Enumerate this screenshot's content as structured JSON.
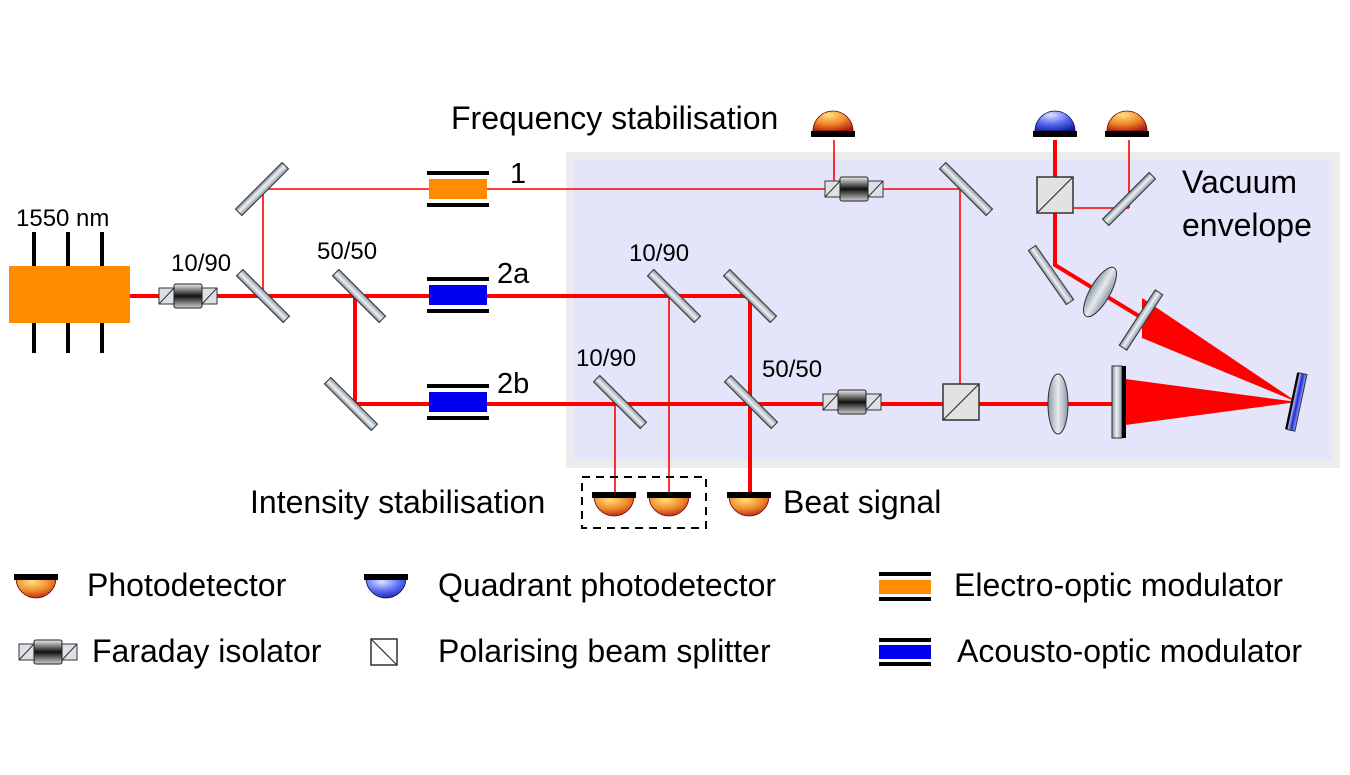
{
  "source": {
    "wavelength": "1550 nm"
  },
  "ratios": {
    "iso_tap": "10/90",
    "split_main": "50/50",
    "tap_2a": "10/90",
    "tap_2b": "10/90",
    "combiner": "50/50"
  },
  "modulators": {
    "path1": "1",
    "path2a": "2a",
    "path2b": "2b"
  },
  "labels": {
    "frequency_stabilisation": "Frequency stabilisation",
    "intensity_stabilisation": "Intensity stabilisation",
    "beat_signal": "Beat signal",
    "vacuum_line1": "Vacuum",
    "vacuum_line2": "envelope"
  },
  "legend": {
    "photodetector": "Photodetector",
    "quadrant_photodetector": "Quadrant photodetector",
    "electro_optic_modulator": "Electro-optic modulator",
    "faraday_isolator": "Faraday isolator",
    "polarising_beam_splitter": "Polarising beam splitter",
    "acousto_optic_modulator": "Acousto-optic modulator"
  },
  "colors": {
    "beam": "#ff0000",
    "laser": "#ff8c00",
    "eom": "#ff8c00",
    "aom": "#0000ee",
    "vacuum_fill": "#e4e4fa",
    "vacuum_border": "#ececec",
    "mirror": "#a8b4bf"
  }
}
